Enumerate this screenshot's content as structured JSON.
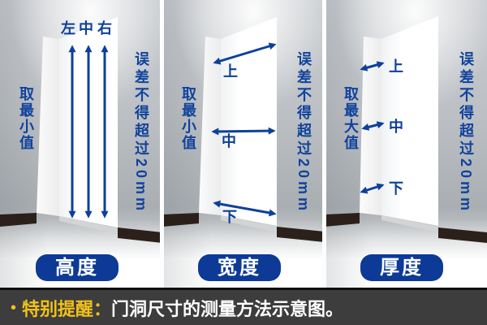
{
  "panels": [
    {
      "name": "height",
      "badge": "高度",
      "arrow_labels": [
        "左",
        "中",
        "右"
      ],
      "left_note": "取最小值",
      "right_note": "误差不得超过20mm"
    },
    {
      "name": "width",
      "badge": "宽度",
      "arrow_labels": [
        "上",
        "中",
        "下"
      ],
      "left_note": "取最小值",
      "right_note": "误差不得超过20mm"
    },
    {
      "name": "thickness",
      "badge": "厚度",
      "arrow_labels": [
        "上",
        "中",
        "下"
      ],
      "left_note": "取最大值",
      "right_note": "误差不得超过20mm"
    }
  ],
  "banner": {
    "bullet": "•",
    "highlight": "特别提醒：",
    "text": "门洞尺寸的测量方法示意图。"
  },
  "colors": {
    "arrow_blue": "#0d4199",
    "badge_blue": "#0c3a96",
    "note_blue": "#10439c",
    "banner_bg": "#3d3d3d",
    "banner_highlight_yellow": "#f2c118",
    "banner_text_white": "#ffffff",
    "baseboard_brown": "#2b211a",
    "wall_gray": "#b3b7bb",
    "door_white": "#ffffff"
  }
}
